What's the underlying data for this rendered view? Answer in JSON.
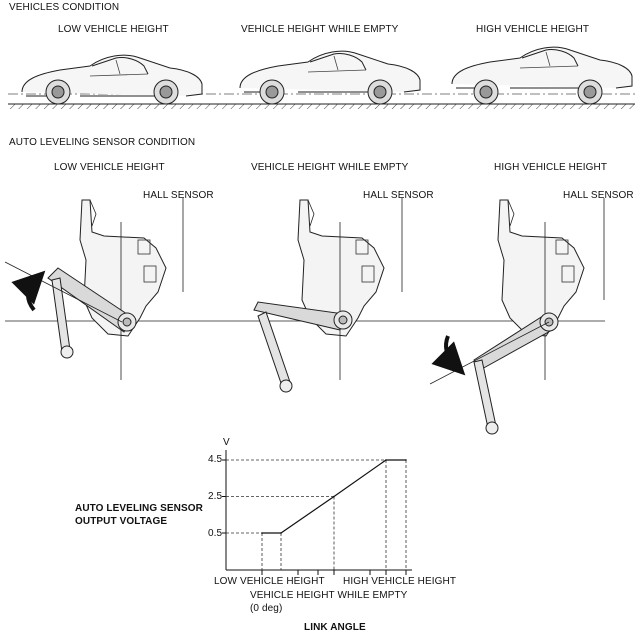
{
  "vehicles_condition": {
    "heading": "VEHICLES CONDITION",
    "cars": [
      {
        "label": "LOW VEHICLE HEIGHT"
      },
      {
        "label": "VEHICLE HEIGHT WHILE EMPTY"
      },
      {
        "label": "HIGH VEHICLE HEIGHT"
      }
    ]
  },
  "sensor_condition": {
    "heading": "AUTO LEVELING SENSOR CONDITION",
    "sensors": [
      {
        "label": "LOW VEHICLE HEIGHT",
        "callout": "HALL SENSOR"
      },
      {
        "label": "VEHICLE HEIGHT WHILE EMPTY",
        "callout": "HALL SENSOR"
      },
      {
        "label": "HIGH VEHICLE HEIGHT",
        "callout": "HALL SENSOR"
      }
    ]
  },
  "chart_data": {
    "type": "line",
    "y_unit": "V",
    "ylabel": "AUTO LEVELING SENSOR OUTPUT VOLTAGE",
    "ylabel_lines": [
      "AUTO LEVELING SENSOR",
      "OUTPUT VOLTAGE"
    ],
    "xlabel": "LINK ANGLE",
    "y_ticks": [
      "4.5",
      "2.5",
      "0.5"
    ],
    "x_labels": {
      "low": "LOW VEHICLE HEIGHT",
      "high": "HIGH VEHICLE HEIGHT",
      "empty": "VEHICLE HEIGHT WHILE EMPTY",
      "empty_note": "(0 deg)"
    },
    "series": [
      {
        "points": [
          {
            "x": -2,
            "y": 0.5
          },
          {
            "x": -1,
            "y": 0.5
          },
          {
            "x": 1,
            "y": 2.5
          },
          {
            "x": 2,
            "y": 4.5
          },
          {
            "x": 3,
            "y": 4.5
          }
        ]
      }
    ]
  }
}
